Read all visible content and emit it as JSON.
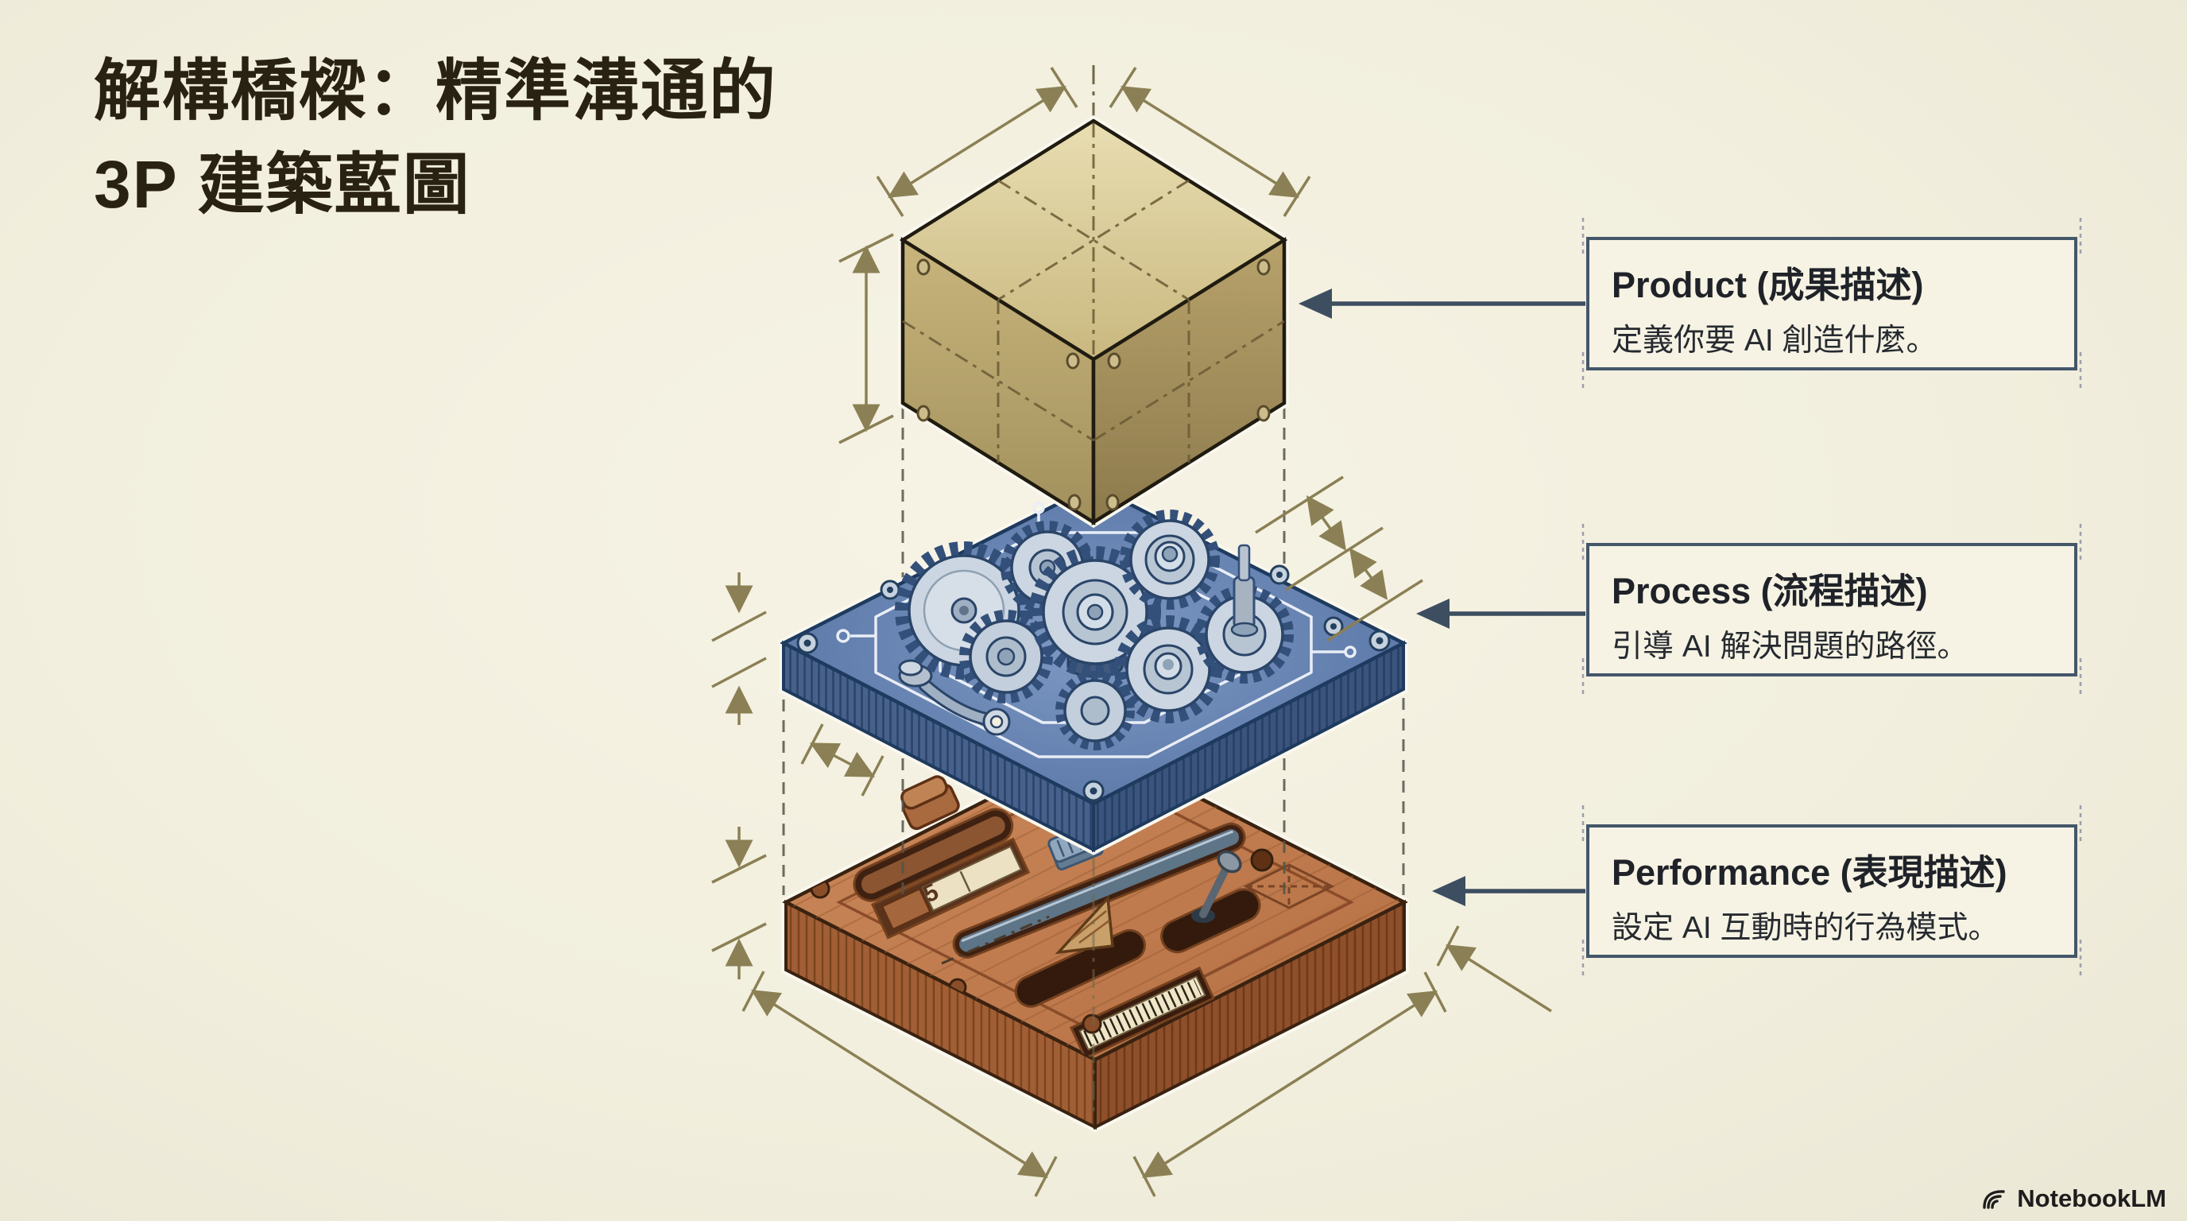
{
  "title": {
    "line1": "解構橋樑：精準溝通的",
    "line2": "3P 建築藍圖"
  },
  "callouts": [
    {
      "id": "product",
      "heading": "Product (成果描述)",
      "description": "定義你要 AI 創造什麼。"
    },
    {
      "id": "process",
      "heading": "Process (流程描述)",
      "description": "引導 AI 解決問題的路徑。"
    },
    {
      "id": "performance",
      "heading": "Performance (表現描述)",
      "description": "設定 AI 互動時的行為模式。"
    }
  ],
  "diagram": {
    "type": "exploded-isometric-blueprint",
    "scale_mark": "5",
    "layers": [
      {
        "name": "product-cube",
        "color": "#cdbc82"
      },
      {
        "name": "process-gear-plate",
        "color": "#6381b0"
      },
      {
        "name": "performance-control-board",
        "color": "#c07a4e"
      }
    ]
  },
  "watermark": {
    "text": "NotebookLM",
    "icon": "notebooklm-logo-icon"
  },
  "colors": {
    "background": "#f2efde",
    "title_text": "#292213",
    "dimension_lines": "#8b8055",
    "construction_dashes": "#54534a",
    "callout_border": "#44566a",
    "callout_arrow": "#3d4e60",
    "cube_gold": "#cdbc82",
    "plate_blue": "#5e7cab",
    "board_copper": "#c07a4e"
  }
}
